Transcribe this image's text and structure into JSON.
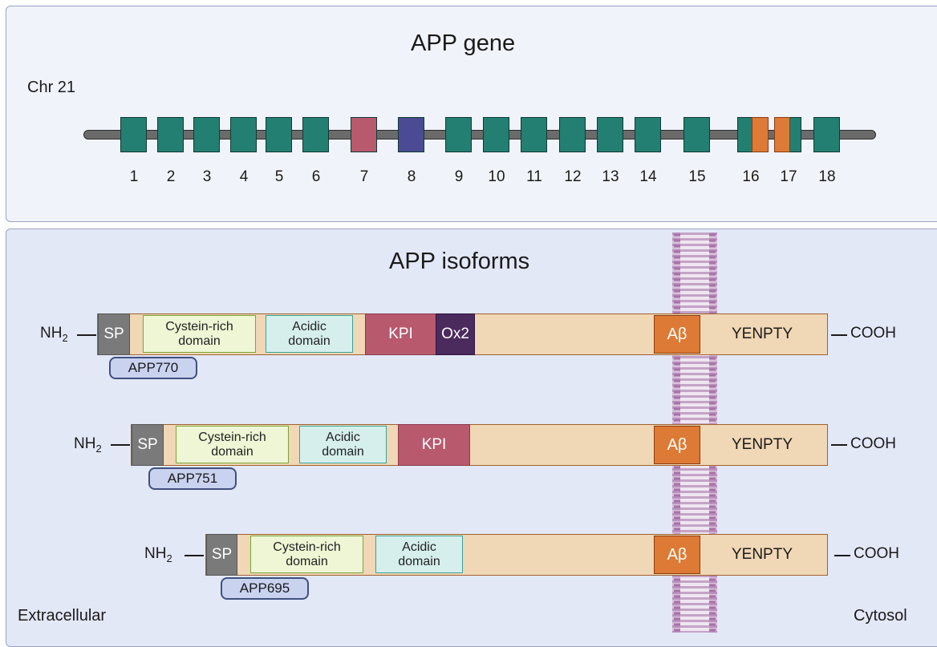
{
  "gene_panel": {
    "title": "APP gene",
    "chromosome_label": "Chr 21",
    "exons": [
      {
        "label": "1",
        "color": "#237f72"
      },
      {
        "label": "2",
        "color": "#237f72"
      },
      {
        "label": "3",
        "color": "#237f72"
      },
      {
        "label": "4",
        "color": "#237f72"
      },
      {
        "label": "5",
        "color": "#237f72"
      },
      {
        "label": "6",
        "color": "#237f72"
      },
      {
        "label": "7",
        "color": "#b8596e"
      },
      {
        "label": "8",
        "color": "#4b4a94"
      },
      {
        "label": "9",
        "color": "#237f72"
      },
      {
        "label": "10",
        "color": "#237f72"
      },
      {
        "label": "11",
        "color": "#237f72"
      },
      {
        "label": "12",
        "color": "#237f72"
      },
      {
        "label": "13",
        "color": "#237f72"
      },
      {
        "label": "14",
        "color": "#237f72"
      },
      {
        "label": "15",
        "color": "#237f72"
      },
      {
        "label": "16",
        "color": "#237f72"
      },
      {
        "label": "17",
        "color": "#237f72"
      },
      {
        "label": "18",
        "color": "#237f72"
      }
    ]
  },
  "isoform_panel": {
    "title": "APP isoforms",
    "left_compartment": "Extracellular",
    "right_compartment": "Cytosol",
    "n_terminus": "NH",
    "n_terminus_sub": "2",
    "c_terminus": "COOH",
    "domains": {
      "sp": "SP",
      "cysteine_rich_line1": "Cystein-rich",
      "cysteine_rich_line2": "domain",
      "acidic_line1": "Acidic",
      "acidic_line2": "domain",
      "kpi": "KPI",
      "ox2": "Ox2",
      "abeta": "Aβ",
      "yenpty": "YENPTY"
    },
    "isoforms": [
      {
        "name": "APP770"
      },
      {
        "name": "APP751"
      },
      {
        "name": "APP695"
      }
    ]
  }
}
